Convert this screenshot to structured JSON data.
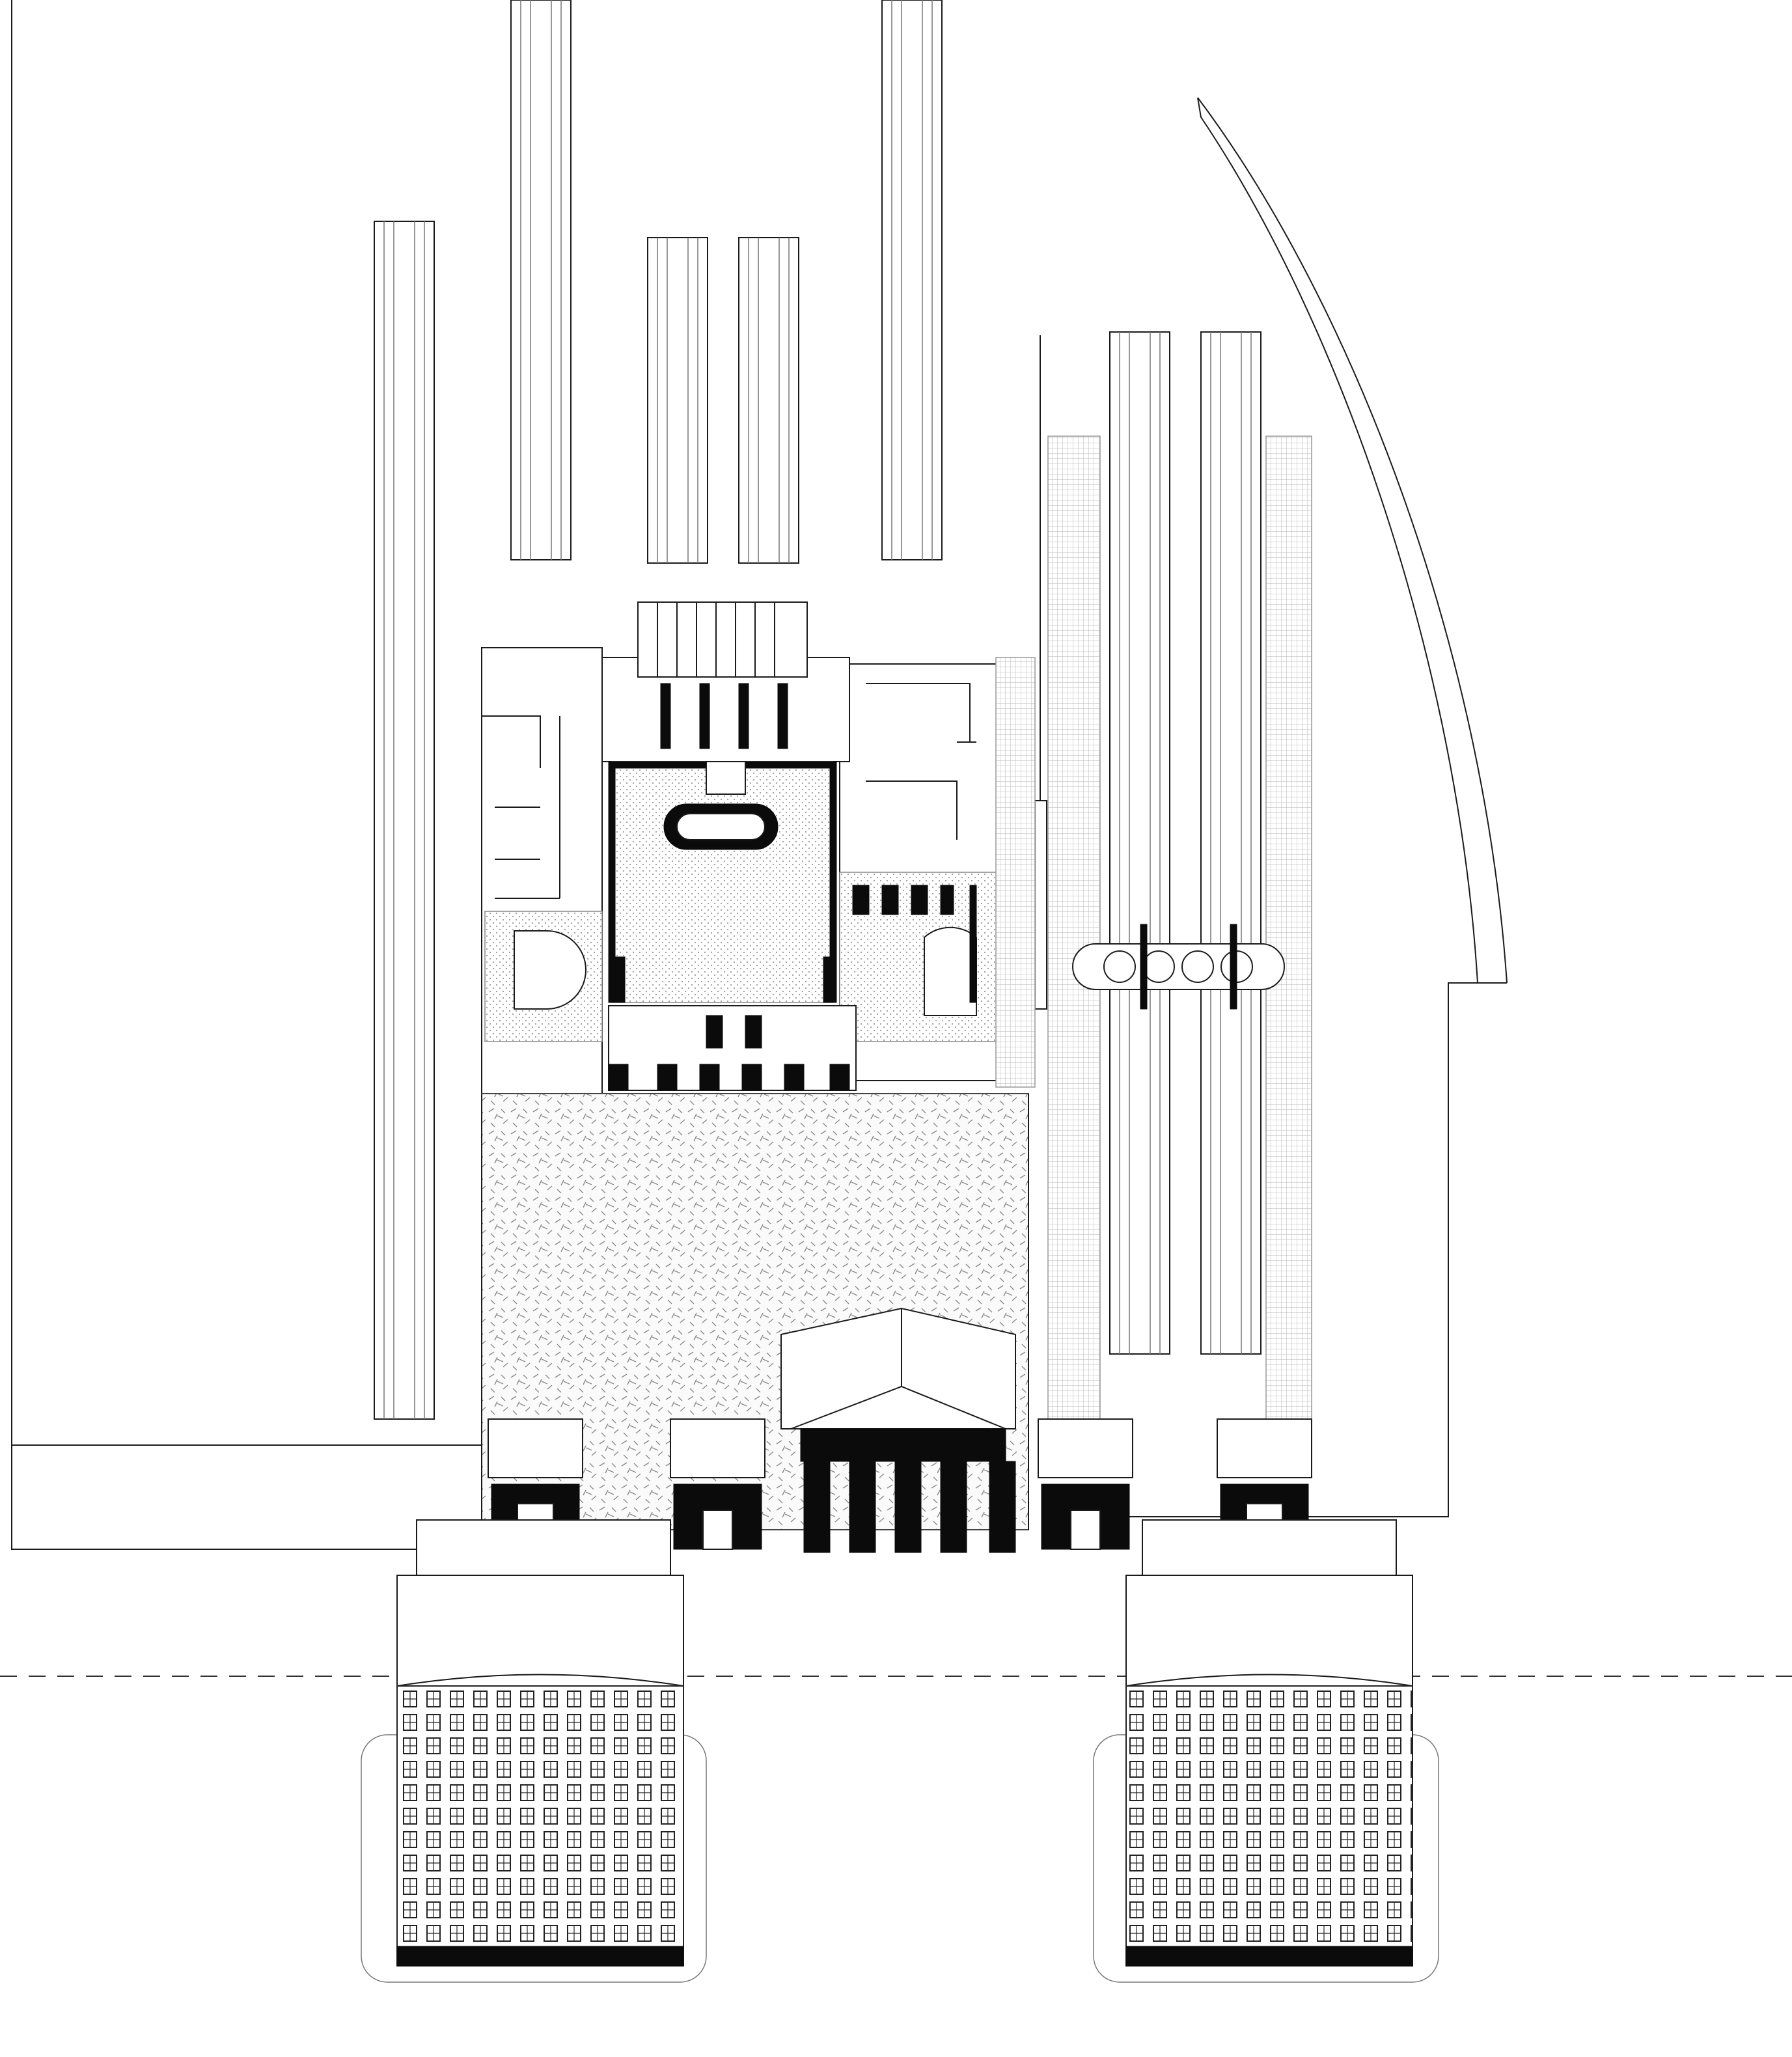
{
  "drawing": {
    "kind": "architectural site plan",
    "style": "monochrome line drawing",
    "colors": {
      "line": "#1a1a1a",
      "poche": "#0b0b0b",
      "paper": "#ffffff",
      "tone": "#888888"
    },
    "elements": [
      "railway-platforms-west",
      "railway-platforms-east",
      "curved-train-shed-roof",
      "station-concourse-hall",
      "forecourt-plaza",
      "portico-entrance",
      "gatehouse-pavilions",
      "corner-buildings",
      "section-line"
    ]
  }
}
